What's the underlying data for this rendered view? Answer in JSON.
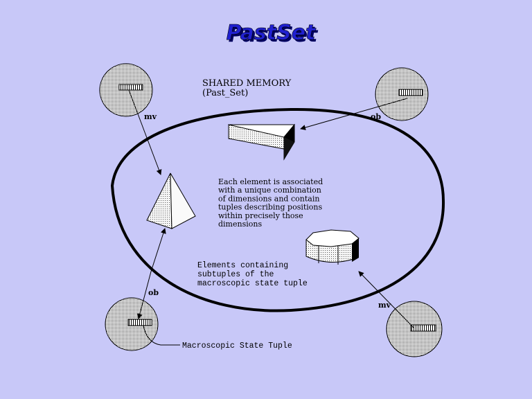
{
  "title": "PastSet",
  "shared_memory": {
    "line1": "SHARED MEMORY",
    "line2": "(Past_Set)"
  },
  "description": [
    "Each element is associated",
    "with a unique combination",
    "of dimensions and contain",
    "tuples describing positions",
    "within precisely those",
    " dimensions"
  ],
  "elements_note": [
    "Elements containing",
    "subtuples of the",
    "macroscopic state tuple"
  ],
  "macroscopic_label": "Macroscopic State Tuple",
  "arrow_labels": {
    "top_left": "mv",
    "top_right": "ob",
    "bottom_left": "ob",
    "bottom_right": "mv"
  },
  "colors": {
    "background": "#c8c8f8",
    "title_fill": "#2020d0",
    "title_shadow": "#000060",
    "sphere_fill": "#f4f4f4"
  }
}
